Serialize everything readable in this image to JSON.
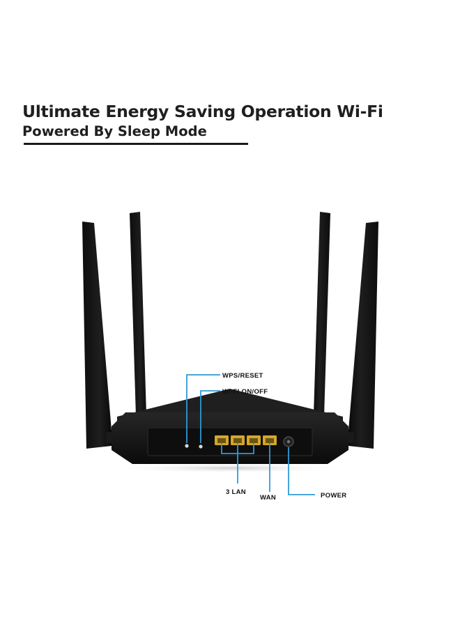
{
  "headline": {
    "line1": "Ultimate Energy Saving Operation Wi-Fi",
    "line2": "Powered By Sleep Mode"
  },
  "callouts": {
    "wps_reset": "WPS/RESET",
    "wifi_onoff": "WI-FI ON/OFF",
    "lan": "3 LAN",
    "wan": "WAN",
    "power": "POWER"
  },
  "colors": {
    "accent_line": "#2f9ad6",
    "device_body": "#141414",
    "lan_port": "#d4a72c",
    "heading": "#1f1f1f"
  },
  "icons": {
    "router": "wifi-router-back-view"
  }
}
